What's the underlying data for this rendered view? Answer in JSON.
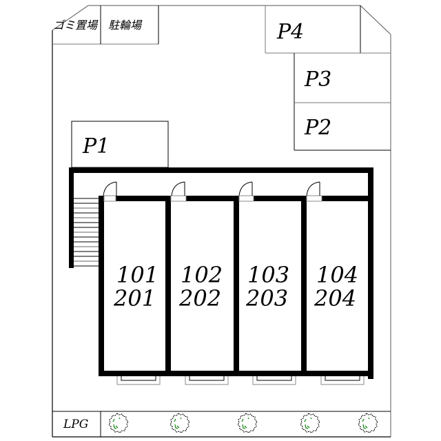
{
  "site": {
    "facilities": {
      "garbage": "ゴミ置場",
      "bicycle": "駐輪場",
      "lpg": "LPG"
    },
    "parking": [
      {
        "id": "P1",
        "label": "P1"
      },
      {
        "id": "P2",
        "label": "P2"
      },
      {
        "id": "P3",
        "label": "P3"
      },
      {
        "id": "P4",
        "label": "P4"
      }
    ],
    "units": [
      {
        "first_floor": "101",
        "second_floor": "201"
      },
      {
        "first_floor": "102",
        "second_floor": "202"
      },
      {
        "first_floor": "103",
        "second_floor": "203"
      },
      {
        "first_floor": "104",
        "second_floor": "204"
      }
    ],
    "tree_count": 5,
    "colors": {
      "wall": "#000000",
      "line": "#000000",
      "grey_line": "#808080",
      "tree_accent": "#1a8a1a",
      "background": "#ffffff"
    }
  }
}
